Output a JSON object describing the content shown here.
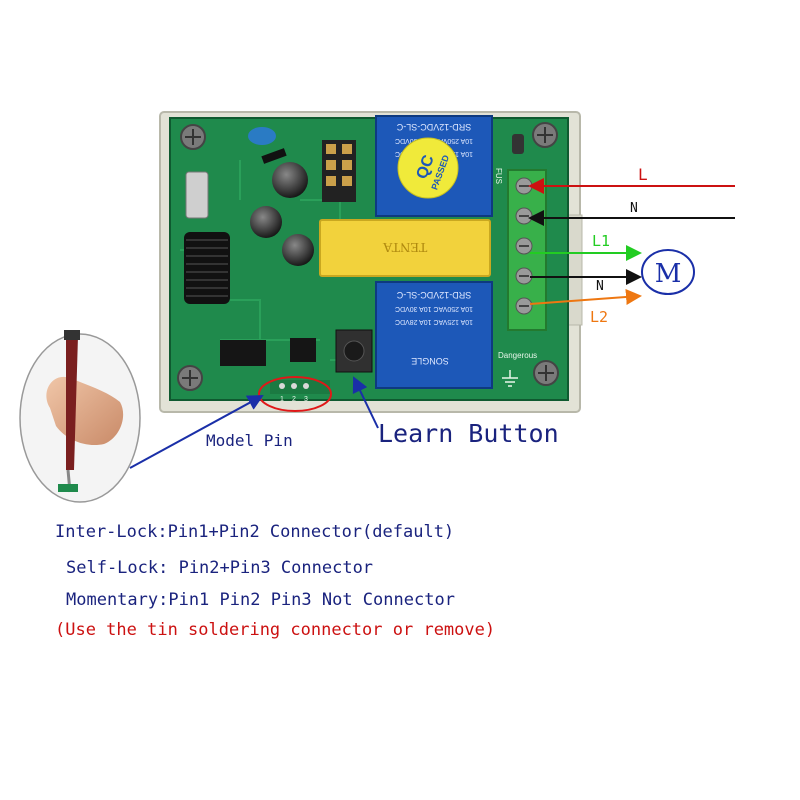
{
  "board": {
    "relay_top_text": [
      "SRD-12VDC-SL-C",
      "10A 250VAC 10A 30VDC",
      "10A 125VAC 10A 28VDC"
    ],
    "relay_bottom_text": [
      "SRD-12VDC-SL-C",
      "10A 250VAC 10A 30VDC",
      "10A 125VAC 10A 28VDC",
      "SONGLE"
    ],
    "qc_sticker": {
      "line1": "QC",
      "line2": "PASSED"
    },
    "capacitor_text": "TENTA",
    "fuse_label": "FUS",
    "dangerous_label": "Dangerous",
    "pin_numbers": [
      "1",
      "2",
      "3"
    ]
  },
  "wires": [
    {
      "label": "L",
      "color": "#cc1111"
    },
    {
      "label": "N",
      "color": "#111111"
    },
    {
      "label": "L1",
      "color": "#22cc22"
    },
    {
      "label": "N",
      "color": "#111111"
    },
    {
      "label": "L2",
      "color": "#ee7711"
    }
  ],
  "motor": {
    "symbol": "M",
    "color": "#1a2fa8"
  },
  "callouts": {
    "model_pin": "Model Pin",
    "learn_button": "Learn Button"
  },
  "notes": [
    {
      "text": "Inter-Lock:Pin1+Pin2 Connector(default)",
      "color": "#1a237e"
    },
    {
      "text": "Self-Lock: Pin2+Pin3 Connector",
      "color": "#1a237e"
    },
    {
      "text": "Momentary:Pin1 Pin2 Pin3 Not Connector",
      "color": "#1a237e"
    },
    {
      "text": "(Use the tin soldering connector or remove)",
      "color": "#cc1111"
    }
  ]
}
